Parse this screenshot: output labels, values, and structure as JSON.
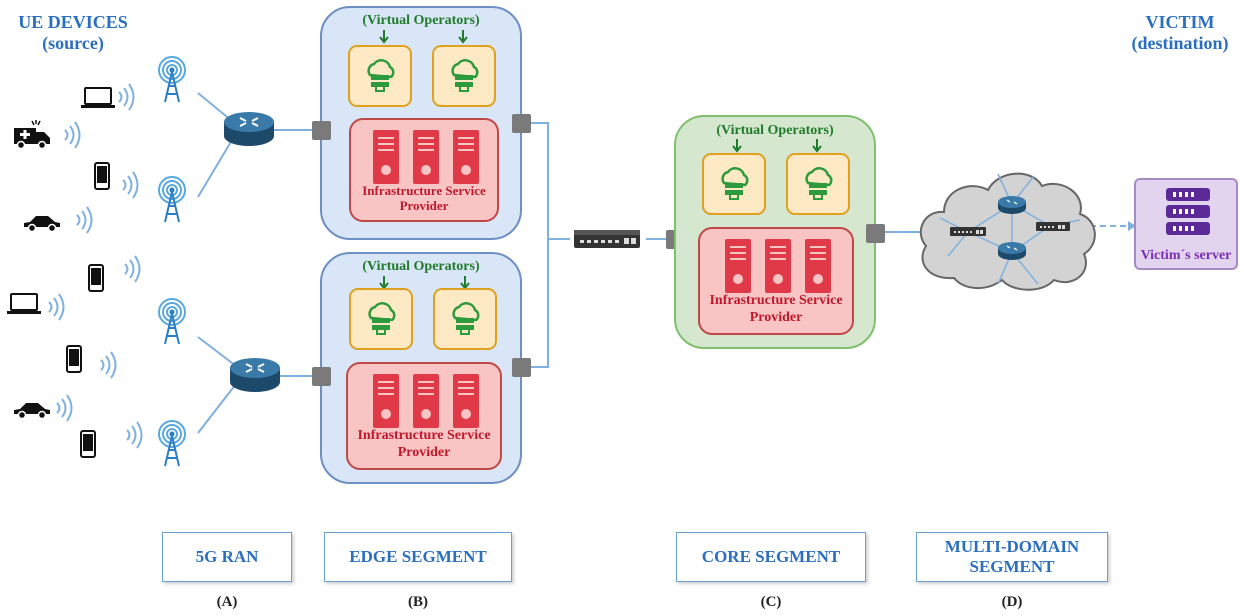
{
  "ue_devices": {
    "line1": "UE DEVICES",
    "line2": "(source)"
  },
  "victim": {
    "line1": "VICTIM",
    "line2": "(destination)",
    "server_label": "Victim´s server"
  },
  "edge_top": {
    "vo_label": "(Virtual Operators)",
    "isp_line1": "Infrastructure Service",
    "isp_line2": "Provider"
  },
  "edge_bottom": {
    "vo_label": "(Virtual Operators)",
    "isp_line1": "Infrastructure Service",
    "isp_line2": "Provider"
  },
  "core": {
    "vo_label": "(Virtual Operators)",
    "isp_line1": "Infrastructure Service",
    "isp_line2": "Provider"
  },
  "segments": [
    {
      "label": "5G RAN",
      "letter": "(A)"
    },
    {
      "label": "EDGE SEGMENT",
      "letter": "(B)"
    },
    {
      "label": "CORE SEGMENT",
      "letter": "(C)"
    },
    {
      "label": "MULTI-DOMAIN SEGMENT",
      "letter": "(D)"
    }
  ],
  "colors": {
    "title_blue": "#2a6fbf",
    "edge_panel": "#d9e6f8",
    "core_panel": "#d5e8cf",
    "vo_box": "#fde9c4",
    "isp_box": "#f8c4c4",
    "isp_text": "#c0182c",
    "victim_box": "#e2d3ee",
    "victim_text": "#7a2fb5"
  }
}
